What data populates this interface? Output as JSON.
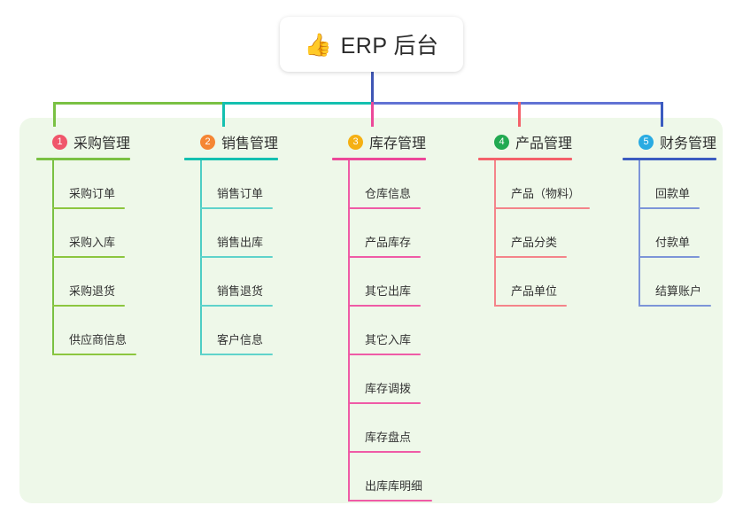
{
  "root": {
    "icon": "thumbs-up-emoji",
    "icon_glyph": "👍",
    "title": "ERP 后台"
  },
  "panel": {
    "background_color": "#eef8e9"
  },
  "columns": [
    {
      "index": "1",
      "title": "采购管理",
      "badge_color": "#f0566b",
      "line_color": "#7ac143",
      "connector_color": "#7ac143",
      "children": [
        "采购订单",
        "采购入库",
        "采购退货",
        "供应商信息"
      ]
    },
    {
      "index": "2",
      "title": "销售管理",
      "badge_color": "#f58634",
      "line_color": "#14c0b0",
      "connector_color": "#14c0b0",
      "children": [
        "销售订单",
        "销售出库",
        "销售退货",
        "客户信息"
      ]
    },
    {
      "index": "3",
      "title": "库存管理",
      "badge_color": "#f5b013",
      "line_color": "#ec4899",
      "connector_color": "#ec4899",
      "children": [
        "仓库信息",
        "产品库存",
        "其它出库",
        "其它入库",
        "库存调拨",
        "库存盘点",
        "出库库明细"
      ]
    },
    {
      "index": "4",
      "title": "产品管理",
      "badge_color": "#22a951",
      "line_color": "#f4616a",
      "connector_color": "#f4616a",
      "children": [
        "产品（物料）",
        "产品分类",
        "产品单位"
      ]
    },
    {
      "index": "5",
      "title": "财务管理",
      "badge_color": "#29abe2",
      "line_color": "#3b5bc0",
      "connector_color": "#3b5bc0",
      "children": [
        "回款单",
        "付款单",
        "结算账户"
      ]
    }
  ],
  "connectors": {
    "root_stem_color": "#3f56b5",
    "bus_left_color": "#14c0b0",
    "bus_right_color": "#6273d4"
  }
}
